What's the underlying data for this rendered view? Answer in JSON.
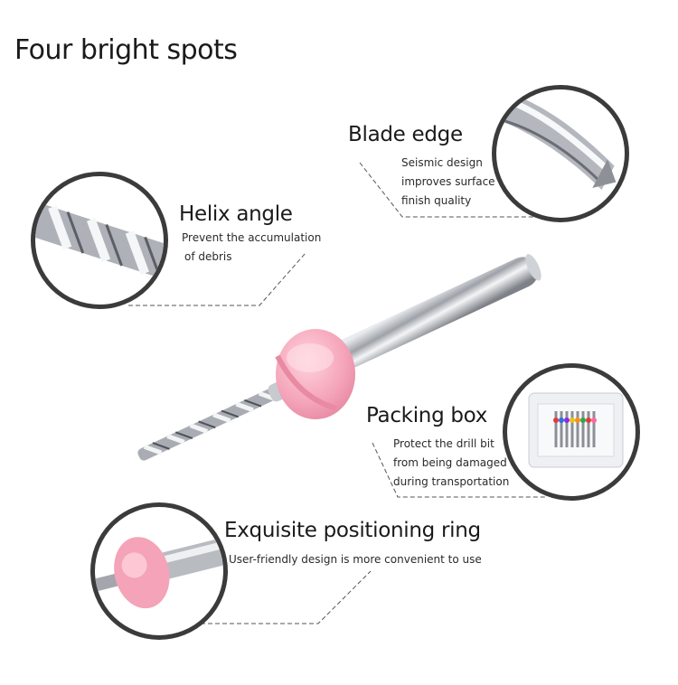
{
  "title": "Four bright spots",
  "features": {
    "blade_edge": {
      "heading": "Blade edge",
      "lines": [
        "Seismic design",
        "improves surface",
        "finish quality"
      ]
    },
    "helix_angle": {
      "heading": "Helix angle",
      "lines": [
        "Prevent the accumulation",
        "of debris"
      ]
    },
    "packing_box": {
      "heading": "Packing box",
      "lines": [
        "Protect the drill bit",
        "from being damaged",
        "during transportation"
      ]
    },
    "positioning_ring": {
      "heading": "Exquisite positioning ring",
      "lines": [
        "User-friendly design is more convenient to use"
      ]
    }
  },
  "colors": {
    "ring": "#f4a3b8",
    "steel": "#b9bcc1",
    "circle_border": "#3b3b3b"
  }
}
